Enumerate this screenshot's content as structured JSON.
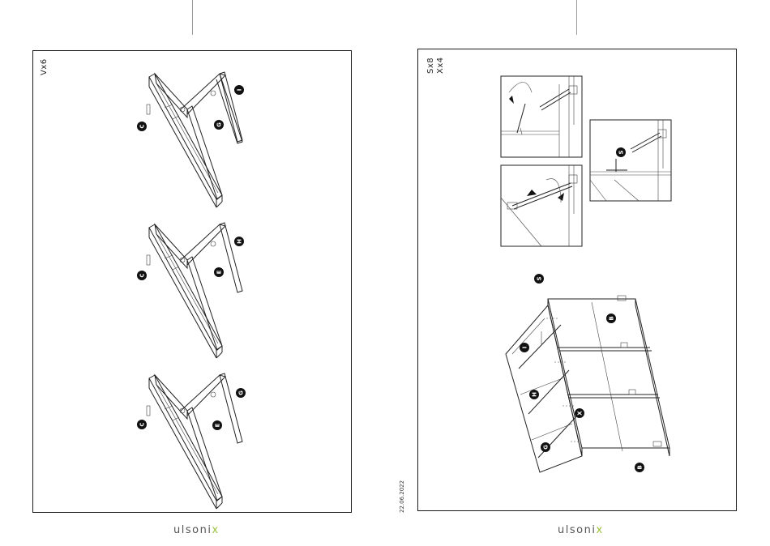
{
  "left_page": {
    "parts_label": "Vx6",
    "callouts": {
      "step1": [
        "C",
        "G",
        "I"
      ],
      "step2": [
        "C",
        "E",
        "H"
      ],
      "step3": [
        "C",
        "E",
        "G"
      ]
    }
  },
  "right_page": {
    "parts_labels": [
      "Sx8",
      "Xx4"
    ],
    "callouts": {
      "detail_right": "S",
      "main_top": "S",
      "main_b1": "B",
      "main_b2": "B",
      "main_i": "I",
      "main_h": "H",
      "main_g": "G",
      "main_x": "X"
    }
  },
  "footer": {
    "brand_left_main": "ulsoni",
    "brand_left_accent": "x",
    "brand_right_main": "ulsoni",
    "brand_right_accent": "x",
    "date": "22.06.2022"
  }
}
